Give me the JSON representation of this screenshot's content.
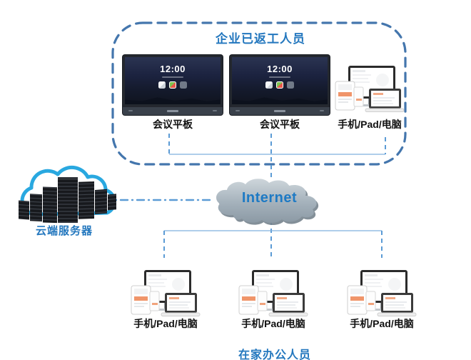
{
  "top_group": {
    "title": "企业已返工人员",
    "panels": [
      {
        "label": "会议平板",
        "clock": "12:00"
      },
      {
        "label": "会议平板",
        "clock": "12:00"
      }
    ],
    "devices": {
      "label": "手机/Pad/电脑"
    }
  },
  "cloud_server": {
    "label": "云端服务器"
  },
  "internet": {
    "label": "Internet"
  },
  "bottom_group": {
    "title": "在家办公人员",
    "clusters": [
      {
        "label": "手机/Pad/电脑"
      },
      {
        "label": "手机/Pad/电脑"
      },
      {
        "label": "手机/Pad/电脑"
      }
    ]
  },
  "colors": {
    "group_border": "#4476ad",
    "title_blue": "#2377be",
    "connector_blue": "#5b9bd5",
    "internet_text": "#1e7ac4",
    "internet_cloud": "#a4b1bb",
    "server_cloud_outline": "#29a8e0",
    "label_black": "#111111"
  }
}
